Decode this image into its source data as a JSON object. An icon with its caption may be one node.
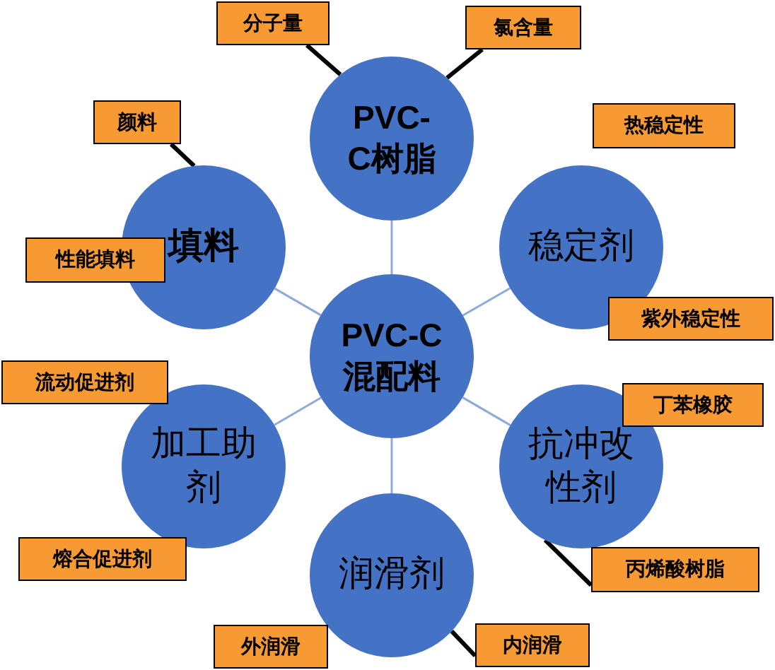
{
  "diagram": {
    "nodes": [
      {
        "text": [
          "分子量"
        ]
      },
      {
        "text": [
          "氯含量"
        ]
      },
      {
        "text": [
          "PVC-C树脂"
        ]
      },
      {
        "text": [
          "颜料"
        ]
      },
      {
        "text": [
          "热稳定性"
        ]
      },
      {
        "text": [
          "填料"
        ]
      },
      {
        "text": [
          "稳定剂"
        ]
      },
      {
        "text": [
          "性能填料"
        ]
      },
      {
        "text": [
          "紫外稳定性"
        ]
      },
      {
        "text": [
          "PVC-C混配料"
        ]
      },
      {
        "text": [
          "流动促进剂"
        ]
      },
      {
        "text": [
          "丁苯橡胶"
        ]
      },
      {
        "text": [
          "加工助剂"
        ]
      },
      {
        "text": [
          "抗冲改性剂"
        ]
      },
      {
        "text": [
          "熔合促进剂"
        ]
      },
      {
        "text": [
          "丙烯酸树脂"
        ]
      },
      {
        "text": [
          "润滑剂"
        ]
      },
      {
        "text": [
          "外润滑"
        ]
      },
      {
        "text": [
          "内润滑"
        ]
      }
    ],
    "edges": [
      {
        "from": 9,
        "to": 2,
        "arrow": "none"
      },
      {
        "from": 9,
        "to": 6,
        "arrow": "none"
      },
      {
        "from": 9,
        "to": 13,
        "arrow": "none"
      },
      {
        "from": 9,
        "to": 16,
        "arrow": "none"
      },
      {
        "from": 9,
        "to": 12,
        "arrow": "none"
      },
      {
        "from": 9,
        "to": 5,
        "arrow": "none"
      },
      {
        "from": 0,
        "to": 2,
        "arrow": "none",
        "style": "thick",
        "color": "#000000"
      },
      {
        "from": 1,
        "to": 2,
        "arrow": "none",
        "style": "thick",
        "color": "#000000"
      },
      {
        "from": 3,
        "to": 5,
        "arrow": "none",
        "style": "thick",
        "color": "#000000"
      },
      {
        "from": 15,
        "to": 13,
        "arrow": "none",
        "style": "thick",
        "color": "#000000"
      },
      {
        "from": 18,
        "to": 16,
        "arrow": "none",
        "style": "thick",
        "color": "#000000"
      }
    ]
  }
}
